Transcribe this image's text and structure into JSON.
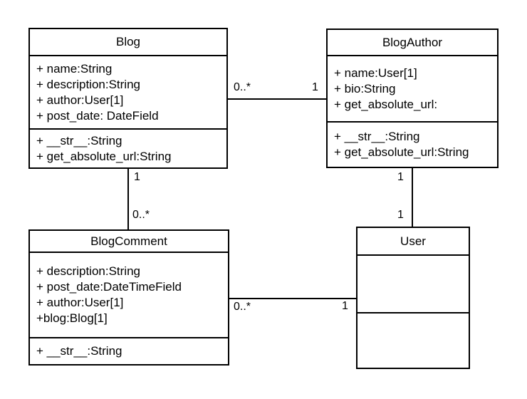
{
  "diagram": {
    "kind": "uml-class-diagram",
    "background_color": "#ffffff",
    "stroke_color": "#000000",
    "text_color": "#000000"
  },
  "classes": {
    "blog": {
      "title": "Blog",
      "attributes": [
        "+ name:String",
        "+ description:String",
        "+ author:User[1]",
        "+ post_date: DateField"
      ],
      "methods": [
        "+ __str__:String",
        "+ get_absolute_url:String"
      ]
    },
    "blogauthor": {
      "title": "BlogAuthor",
      "attributes": [
        "+ name:User[1]",
        "+ bio:String",
        "+ get_absolute_url:"
      ],
      "methods": [
        "+ __str__:String",
        "+ get_absolute_url:String"
      ]
    },
    "blogcomment": {
      "title": "BlogComment",
      "attributes": [
        "+ description:String",
        "+ post_date:DateTimeField",
        "+ author:User[1]",
        "+blog:Blog[1]"
      ],
      "methods": [
        "+ __str__:String"
      ]
    },
    "user": {
      "title": "User"
    }
  },
  "connectors": {
    "blog_blogauthor": {
      "from": "Blog",
      "to": "BlogAuthor",
      "from_mult": "0..*",
      "to_mult": "1"
    },
    "blog_blogcomment": {
      "from": "Blog",
      "to": "BlogComment",
      "from_mult": "1",
      "to_mult": "0..*"
    },
    "blogauthor_user": {
      "from": "BlogAuthor",
      "to": "User",
      "from_mult": "1",
      "to_mult": "1"
    },
    "blogcomment_user": {
      "from": "BlogComment",
      "to": "User",
      "from_mult": "0..*",
      "to_mult": "1"
    }
  }
}
